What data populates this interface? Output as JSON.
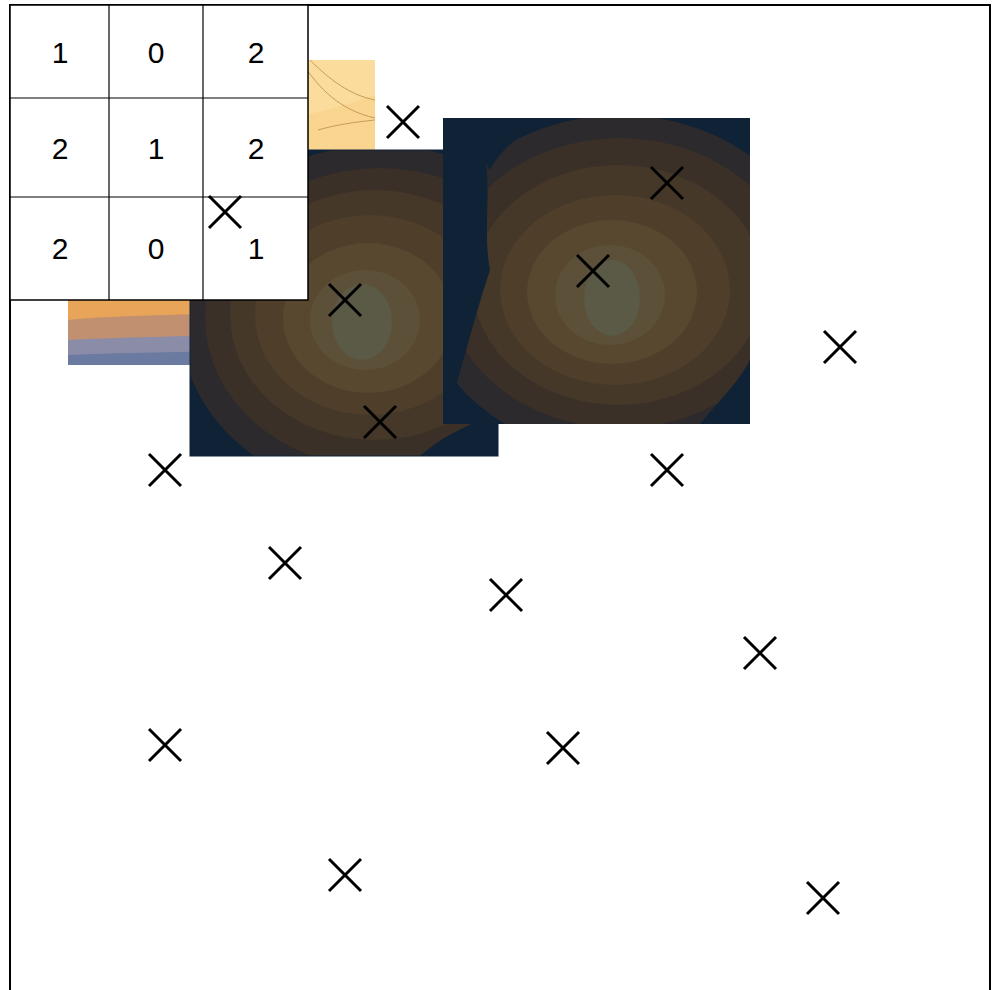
{
  "diagram": {
    "labels": [
      "1",
      "0",
      "2",
      "2",
      "1",
      "2",
      "2",
      "0",
      "1"
    ]
  }
}
